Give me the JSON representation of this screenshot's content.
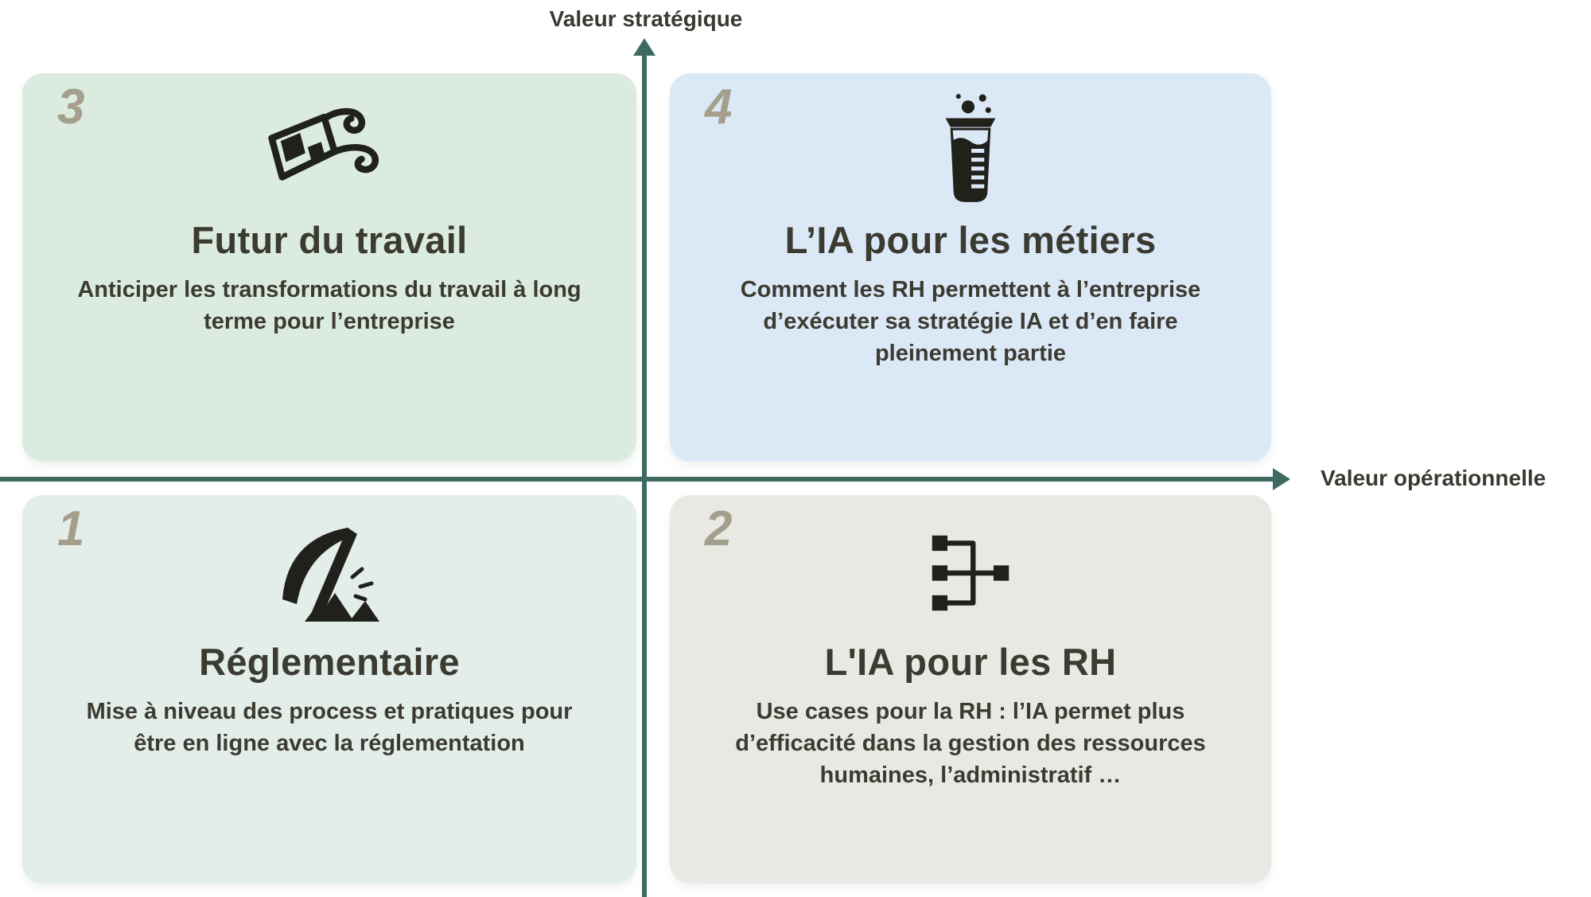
{
  "axes": {
    "vertical_label": "Valeur stratégique",
    "horizontal_label": "Valeur opérationnelle",
    "line_color": "#3e6a62",
    "label_color": "#3a3932"
  },
  "quadrants": [
    {
      "position": "bottom-left",
      "number": "1",
      "title": "Réglementaire",
      "description": "Mise à niveau des process et pratiques pour être en ligne avec la réglementation",
      "icon": "pickaxe-icon",
      "bg": "#e3edea"
    },
    {
      "position": "bottom-right",
      "number": "2",
      "title": "L'IA pour les RH",
      "description": "Use cases pour la RH  : l’IA permet plus d’efficacité dans la gestion des ressources humaines, l’administratif …",
      "icon": "hierarchy-icon",
      "bg": "#e9e9e4"
    },
    {
      "position": "top-left",
      "number": "3",
      "title": "Futur du travail",
      "description": "Anticiper les transformations du travail à long terme pour l’entreprise",
      "icon": "3d-glasses-icon",
      "bg": "#dcebdf"
    },
    {
      "position": "top-right",
      "number": "4",
      "title": "L’IA pour les métiers",
      "description": "Comment les RH permettent à l’entreprise d’exécuter sa stratégie IA et d’en faire pleinement partie",
      "icon": "beaker-icon",
      "bg": "#dbe8f6"
    }
  ],
  "colors": {
    "quadrant_number": "#a49e8c",
    "text": "#3c3b31",
    "icon": "#21211c",
    "axis": "#3e6a62"
  }
}
